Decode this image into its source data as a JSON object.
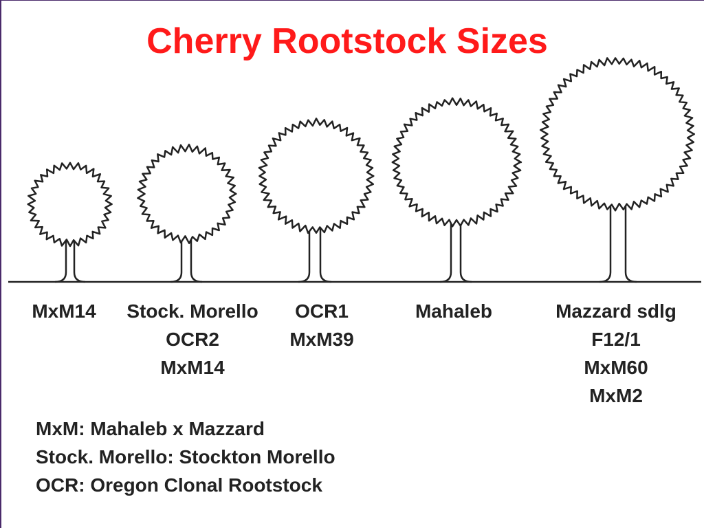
{
  "title": "Cherry Rootstock Sizes",
  "columns": [
    {
      "id": "mxm14",
      "lines": [
        "MxM14"
      ]
    },
    {
      "id": "stockton",
      "lines": [
        "Stock. Morello",
        "OCR2",
        "MxM14"
      ]
    },
    {
      "id": "ocr1",
      "lines": [
        "OCR1",
        "MxM39"
      ]
    },
    {
      "id": "mahaleb",
      "lines": [
        "Mahaleb"
      ]
    },
    {
      "id": "mazzard",
      "lines": [
        "Mazzard sdlg",
        "F12/1",
        "MxM60",
        "MxM2"
      ]
    }
  ],
  "legend": [
    "MxM: Mahaleb x Mazzard",
    "Stock. Morello: Stockton Morello",
    "OCR: Oregon Clonal Rootstock"
  ],
  "colors": {
    "title": "#ff1a1a",
    "ink": "#222222",
    "frame": "#4a2a6a"
  }
}
